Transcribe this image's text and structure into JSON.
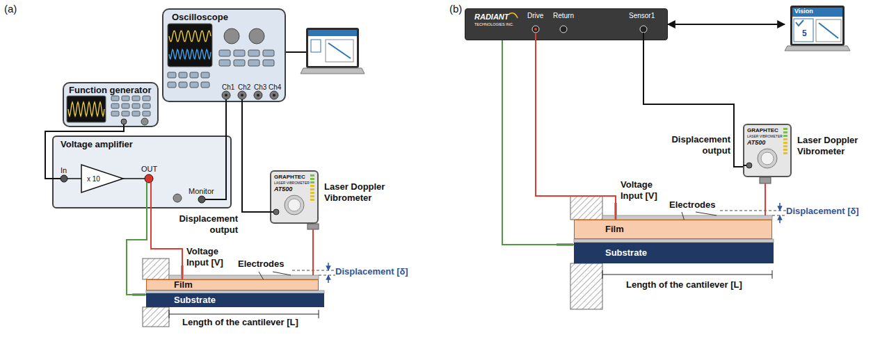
{
  "diagram": {
    "nodes": [
      {
        "text": [
          "Oscilloscope",
          "Ch1",
          "Ch2",
          "Ch3",
          "Ch4"
        ]
      },
      {
        "text": [
          "Function generator"
        ]
      },
      {
        "text": [
          "Voltage amplifier",
          "In",
          "x 10",
          "OUT",
          "Monitor"
        ]
      },
      {
        "text": [
          "GRAPHTEC",
          "LASER VIBROMETER",
          "AT500",
          "Laser Doppler Vibrometer"
        ]
      },
      {
        "text": [
          "Film"
        ]
      },
      {
        "text": [
          "Substrate"
        ]
      },
      {
        "text": [
          "RADIANT",
          "TECHNOLOGIES INC.",
          "Drive",
          "Return",
          "Sensor1"
        ]
      },
      {
        "text": [
          "Vision",
          "5"
        ]
      },
      {
        "text": [
          "GRAPHTEC",
          "LASER VIBROMETER",
          "AT500",
          "Laser Doppler Vibrometer"
        ]
      },
      {
        "text": [
          "Film"
        ]
      },
      {
        "text": [
          "Substrate"
        ]
      }
    ],
    "edges": [
      {
        "from": 1,
        "to": 2,
        "arrow": "none"
      },
      {
        "from": 2,
        "to": 0,
        "arrow": "none"
      },
      {
        "from": 0,
        "to": 3,
        "arrow": "none"
      },
      {
        "from": 2,
        "to": 4,
        "arrow": "none"
      },
      {
        "from": 2,
        "to": 5,
        "arrow": "none"
      },
      {
        "from": 6,
        "to": 7,
        "arrow": "both"
      },
      {
        "from": 6,
        "to": 8,
        "arrow": "none"
      },
      {
        "from": 6,
        "to": 9,
        "arrow": "none"
      },
      {
        "from": 6,
        "to": 10,
        "arrow": "none"
      }
    ],
    "labels": [
      "(a)",
      "Displacement output",
      "Voltage Input [V]",
      "Electrodes",
      "Displacement [δ]",
      "Length of the cantilever [L]",
      "(b)",
      "Displacement output",
      "Voltage Input [V]",
      "Electrodes",
      "Displacement [δ]",
      "Length of the cantilever [L]"
    ]
  }
}
